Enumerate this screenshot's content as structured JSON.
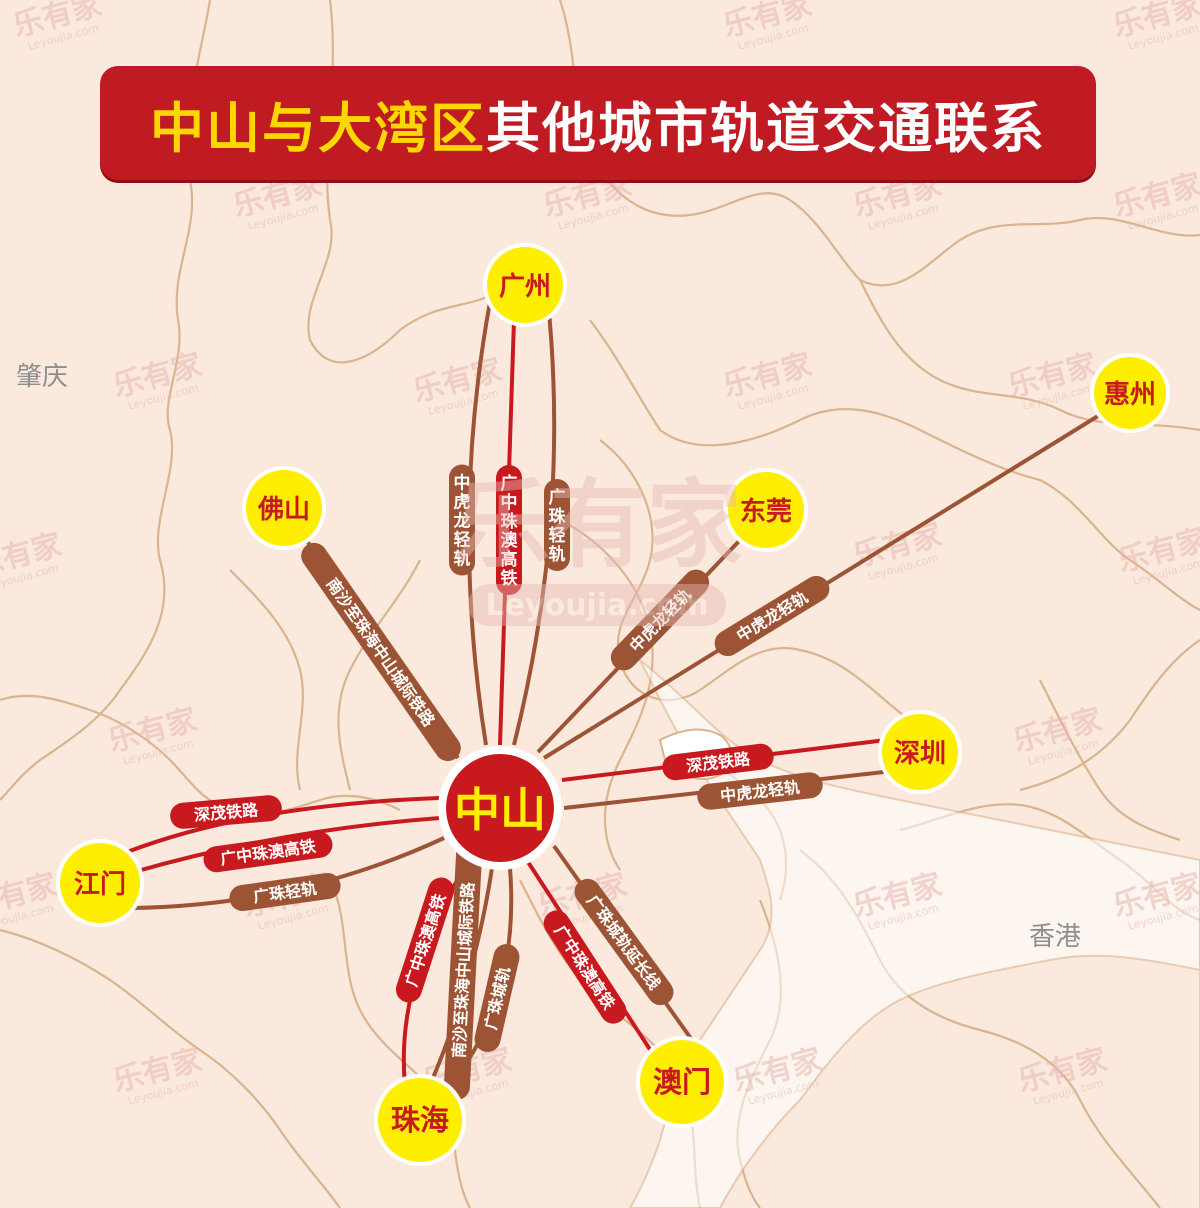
{
  "title": {
    "part1": "中山与大湾区",
    "part2": "其他城市轨道交通联系"
  },
  "center": {
    "label": "中山",
    "color": "#c8191f"
  },
  "colors": {
    "city_fill": "#ffee00",
    "city_text": "#c8191f",
    "rail_red": "#c8191f",
    "rail_brown": "#9c5435",
    "land": "#fbe9dd",
    "border": "#d9b48e"
  },
  "cities": [
    {
      "id": "guangzhou",
      "label": "广州"
    },
    {
      "id": "huizhou",
      "label": "惠州"
    },
    {
      "id": "foshan",
      "label": "佛山"
    },
    {
      "id": "dongguan",
      "label": "东莞"
    },
    {
      "id": "shenzhen",
      "label": "深圳"
    },
    {
      "id": "jiangmen",
      "label": "江门"
    },
    {
      "id": "zhuhai",
      "label": "珠海"
    },
    {
      "id": "macau",
      "label": "澳门"
    }
  ],
  "routes": [
    {
      "id": "gz-zhonghu",
      "label": "中虎龙轻轨",
      "color": "brown"
    },
    {
      "id": "gz-gzzagt",
      "label": "广中珠澳高铁",
      "color": "red"
    },
    {
      "id": "gz-gzqg",
      "label": "广珠轻轨",
      "color": "brown"
    },
    {
      "id": "fs-nansha",
      "label": "南沙至珠海中山城际铁路",
      "color": "brown"
    },
    {
      "id": "dg-zhonghu",
      "label": "中虎龙轻轨",
      "color": "brown"
    },
    {
      "id": "hz-zhonghu",
      "label": "中虎龙轻轨",
      "color": "brown"
    },
    {
      "id": "sz-shenmao",
      "label": "深茂铁路",
      "color": "red"
    },
    {
      "id": "sz-zhonghu",
      "label": "中虎龙轻轨",
      "color": "brown"
    },
    {
      "id": "jm-shenmao",
      "label": "深茂铁路",
      "color": "red"
    },
    {
      "id": "jm-gzzagt",
      "label": "广中珠澳高铁",
      "color": "red"
    },
    {
      "id": "jm-gzqg",
      "label": "广珠轻轨",
      "color": "brown"
    },
    {
      "id": "zh-gzzagt",
      "label": "广中珠澳高铁",
      "color": "red"
    },
    {
      "id": "zh-nansha",
      "label": "南沙至珠海中山城际铁路",
      "color": "brown"
    },
    {
      "id": "zh-gzcg",
      "label": "广珠城轨",
      "color": "brown"
    },
    {
      "id": "mo-gzzagt",
      "label": "广中珠澳高铁",
      "color": "red"
    },
    {
      "id": "mo-extension",
      "label": "广珠城轨延长线",
      "color": "brown"
    }
  ],
  "regions": [
    {
      "id": "zhaoqing",
      "label": "肇庆"
    },
    {
      "id": "hongkong",
      "label": "香港"
    }
  ],
  "watermark": {
    "text": "乐有家",
    "sub": "Leyoujia.com"
  }
}
